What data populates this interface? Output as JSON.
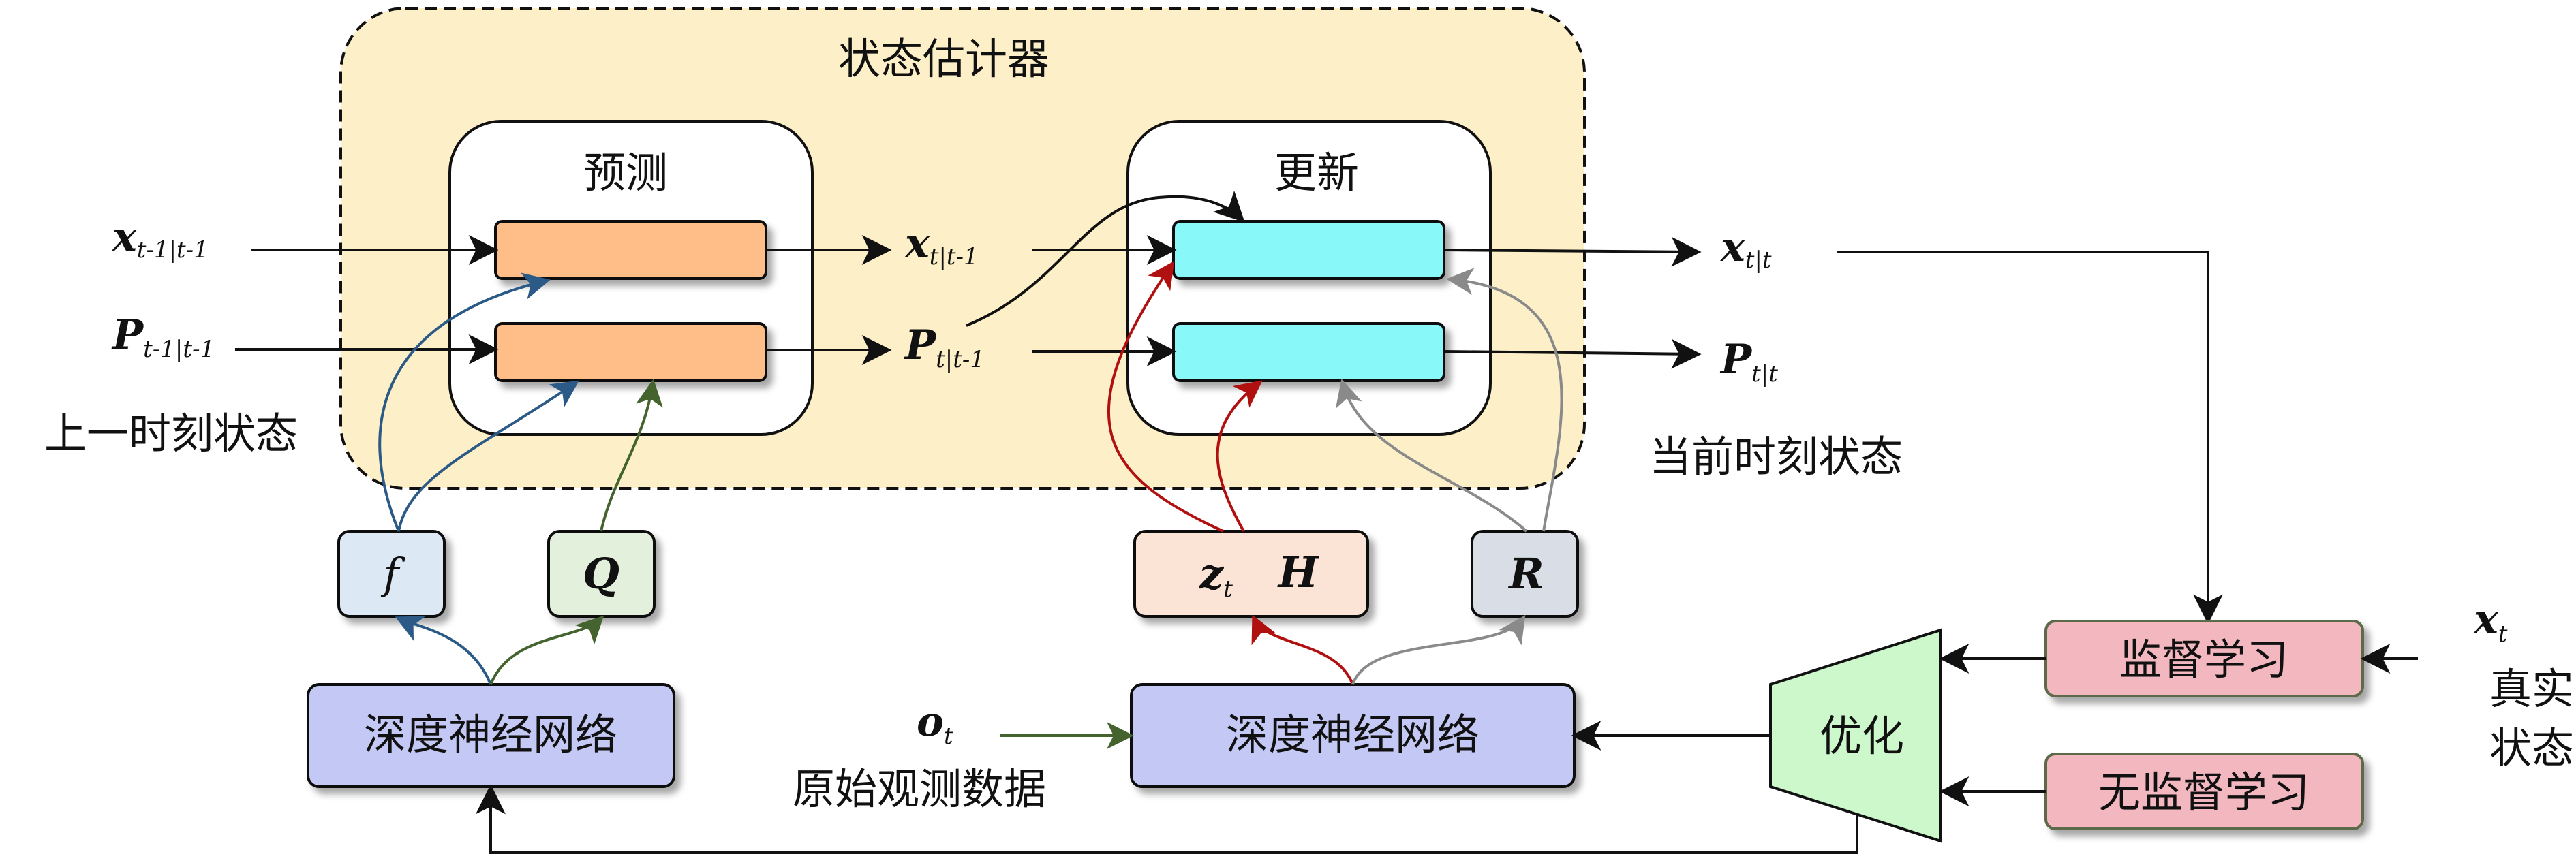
{
  "estimator": {
    "title": "状态估计器"
  },
  "predict": {
    "title": "预测"
  },
  "update": {
    "title": "更新"
  },
  "prev_state": {
    "caption": "上一时刻状态",
    "x": {
      "symbol": "x",
      "subscript": "t-1|t-1"
    },
    "P": {
      "symbol": "P",
      "subscript": "t-1|t-1"
    }
  },
  "predicted": {
    "x": {
      "symbol": "x",
      "subscript": "t|t-1"
    },
    "P": {
      "symbol": "P",
      "subscript": "t|t-1"
    }
  },
  "current_state": {
    "caption": "当前时刻状态",
    "x": {
      "symbol": "x",
      "subscript": "t|t"
    },
    "P": {
      "symbol": "P",
      "subscript": "t|t"
    }
  },
  "params": {
    "f": "f",
    "Q": "Q",
    "z": {
      "symbol": "z",
      "subscript": "t"
    },
    "H": "H",
    "R": "R"
  },
  "dnn_left": {
    "label": "深度神经网络"
  },
  "dnn_right": {
    "label": "深度神经网络"
  },
  "observation": {
    "symbol": "o",
    "subscript": "t",
    "caption": "原始观测数据"
  },
  "optimizer": {
    "label": "优化"
  },
  "supervised": {
    "label": "监督学习"
  },
  "unsupervised": {
    "label": "无监督学习"
  },
  "ground_truth": {
    "symbol": "x",
    "subscript": "t",
    "caption_line1": "真实",
    "caption_line2": "状态"
  },
  "colors": {
    "estimator_fill": "#fdf0c8",
    "predict_block": "#ffbe88",
    "update_block": "#88f8f8",
    "f_box": "#dde8f5",
    "q_box": "#e2f0dc",
    "zh_box": "#fbe3d6",
    "r_box": "#d8dde6",
    "dnn_fill": "#c4c8f5",
    "optimizer_fill": "#ccf8cc",
    "learning_fill": "#f3b7bf",
    "blue_arrow": "#2b5a87",
    "green_arrow": "#45632e",
    "red_arrow": "#b01010",
    "gray_arrow": "#8a8a8a"
  }
}
